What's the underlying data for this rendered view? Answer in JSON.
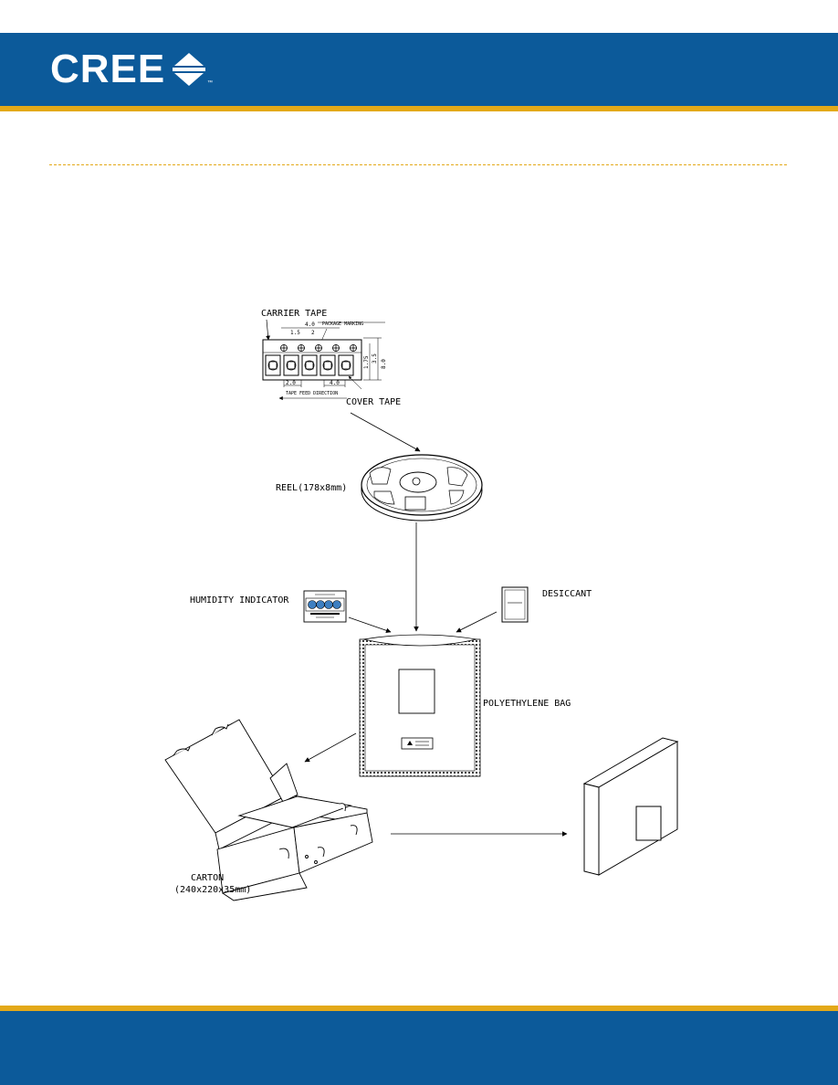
{
  "brand": {
    "name": "CREE",
    "trademark": "™",
    "colors": {
      "blue": "#0c5a9a",
      "gold": "#e3a919"
    }
  },
  "diagram": {
    "labels": {
      "carrier_tape": "CARRIER TAPE",
      "cover_tape": "COVER TAPE",
      "reel": "REEL(178x8mm)",
      "humidity_indicator": "HUMIDITY INDICATOR",
      "desiccant": "DESICCANT",
      "polyethylene_bag": "POLYETHYLENE BAG",
      "carton": "CARTON",
      "carton_size": "(240x220x35mm)"
    },
    "tape_dims": {
      "pitch_top": "4.0",
      "hole_dia": "1.5",
      "offset": "2",
      "package_marking": "PACKAGE MARKING",
      "width_total": "8.0",
      "width_a": "3.5",
      "width_b": "1.75",
      "pitch_a": "2.0",
      "pitch_b": "4.0",
      "feed_direction": "TAPE FEED DIRECTION"
    }
  }
}
